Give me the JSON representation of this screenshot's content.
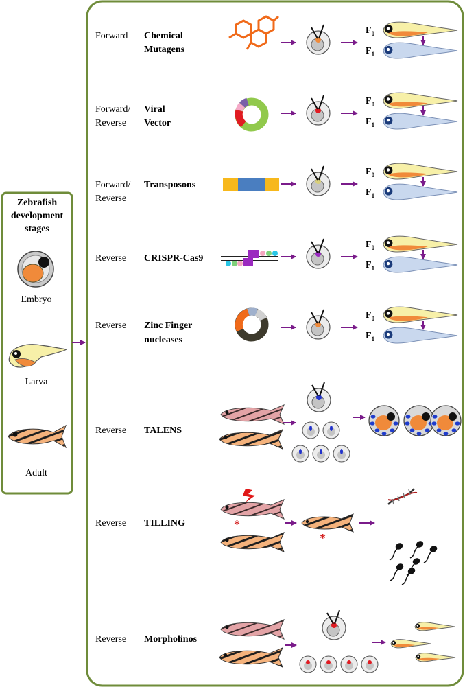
{
  "left_panel": {
    "title_lines": [
      "Zebrafish",
      "development",
      "stages"
    ],
    "stages": [
      "Embryo",
      "Larva",
      "Adult"
    ]
  },
  "rows": [
    {
      "direction": [
        "Forward"
      ],
      "method": [
        "Chemical",
        "Mutagens"
      ],
      "icon": "chemical-structure-icon",
      "result": "generations"
    },
    {
      "direction": [
        "Forward/",
        "Reverse"
      ],
      "method": [
        "Viral",
        "Vector"
      ],
      "icon": "viral-ring-icon",
      "result": "generations"
    },
    {
      "direction": [
        "Forward/",
        "Reverse"
      ],
      "method": [
        "Transposons"
      ],
      "icon": "transposon-bar-icon",
      "result": "generations"
    },
    {
      "direction": [
        "Reverse"
      ],
      "method": [
        "CRISPR-Cas9"
      ],
      "icon": "crispr-complex-icon",
      "result": "generations"
    },
    {
      "direction": [
        "Reverse"
      ],
      "method": [
        "Zinc Finger",
        "nucleases"
      ],
      "icon": "zinc-finger-ring-icon",
      "result": "generations"
    },
    {
      "direction": [
        "Reverse"
      ],
      "method": [
        "TALENS"
      ],
      "icon": "adult-pair-icon",
      "result": "embryos"
    },
    {
      "direction": [
        "Reverse"
      ],
      "method": [
        "TILLING"
      ],
      "icon": "mutagenized-pair-icon",
      "result": "dna-sperm"
    },
    {
      "direction": [
        "Reverse"
      ],
      "method": [
        "Morpholinos"
      ],
      "icon": "adult-pair-icon",
      "result": "larvae"
    }
  ],
  "generations": {
    "f0": "F",
    "f0_sub": "0",
    "f1": "F",
    "f1_sub": "1"
  },
  "colors": {
    "panel_border": "#6f8c3a",
    "arrow": "#7a1b8a",
    "embryo_grey": "#c9c9c9",
    "larva_yellow": "#f7f0a8",
    "larva_orange": "#f08a3a",
    "f1_blue": "#c9d8ee",
    "adult_orange": "#f4b27c",
    "adult_pink": "#e3a3a6",
    "mutant_red": "#d42020"
  }
}
